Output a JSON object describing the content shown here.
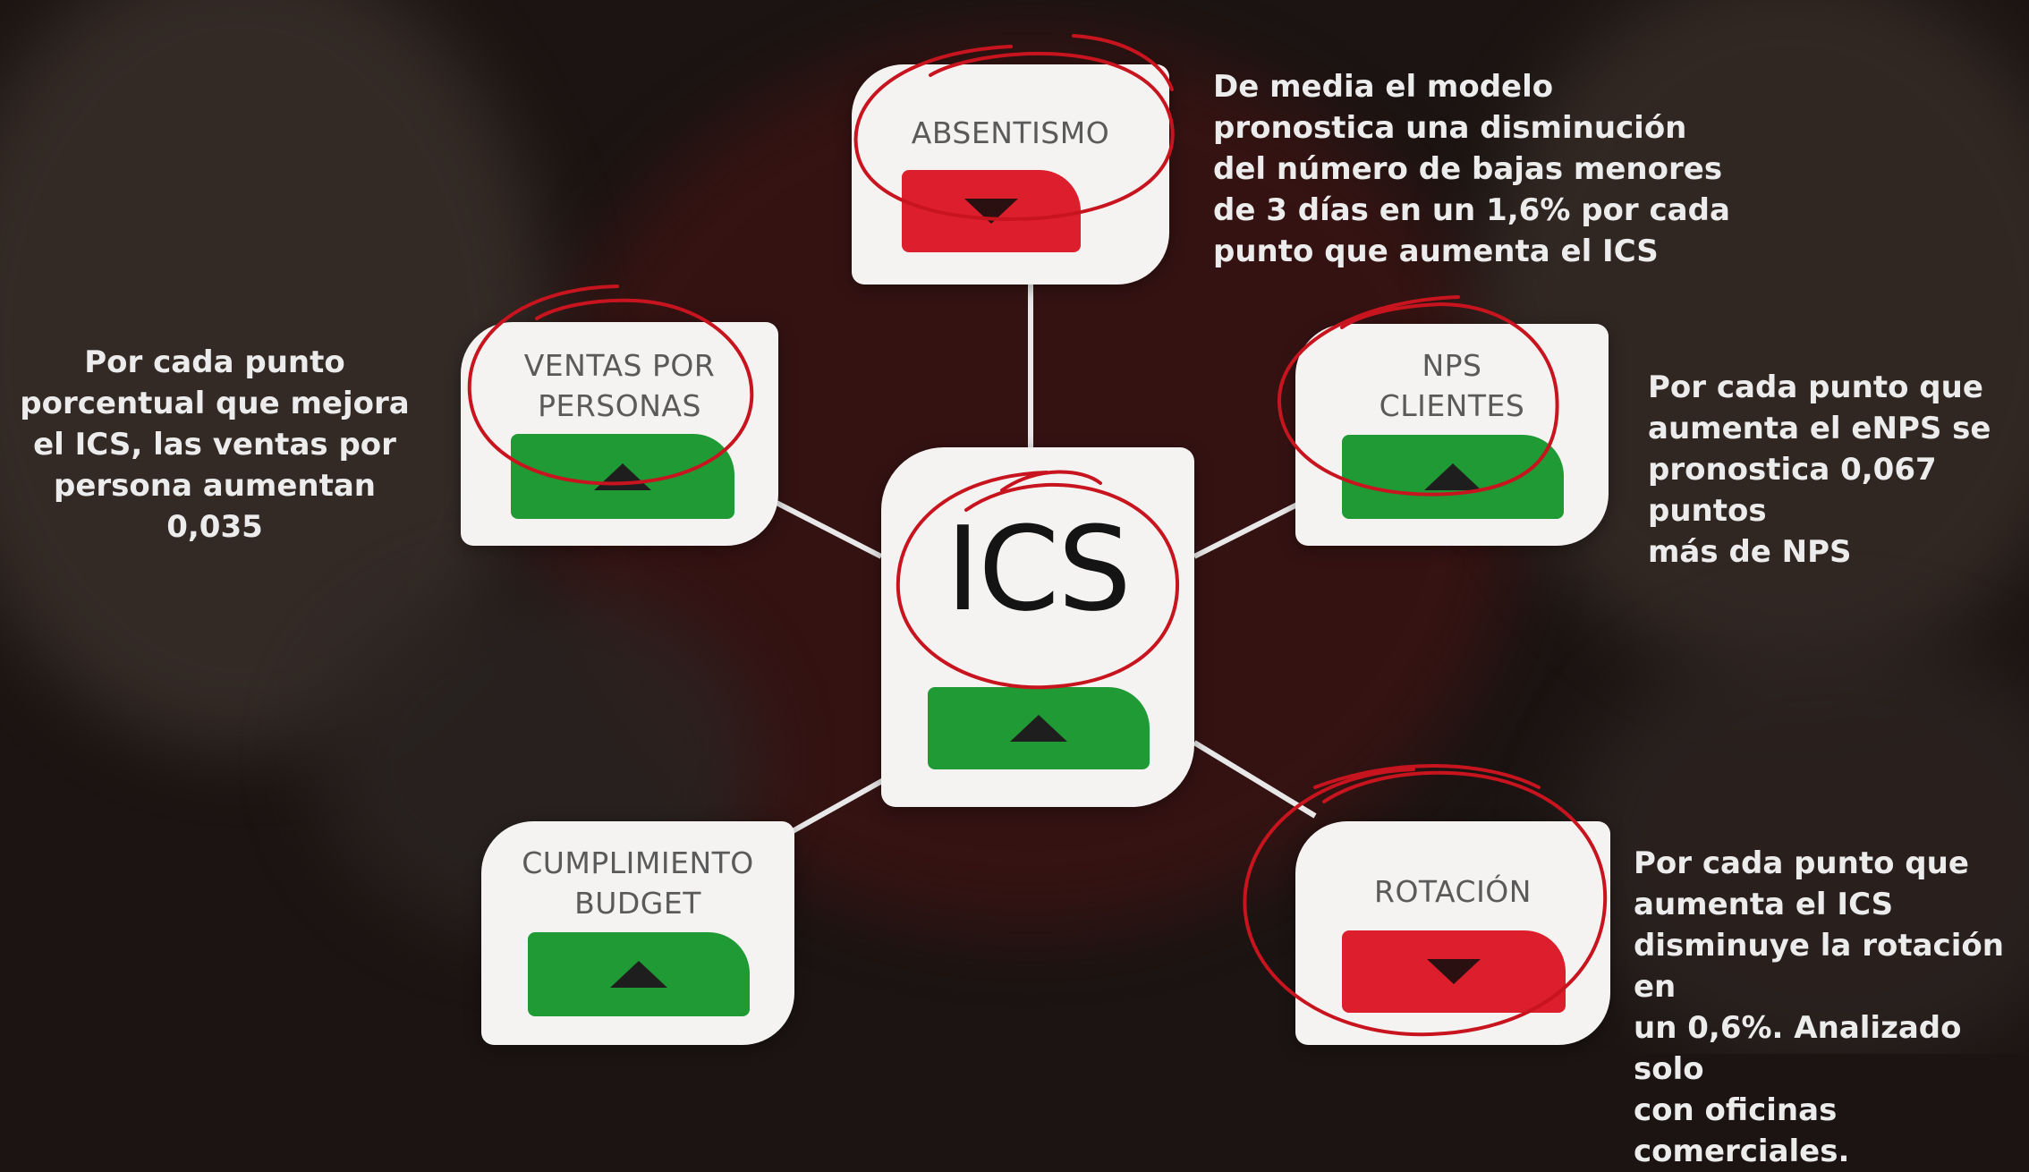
{
  "center": {
    "label": "ICS",
    "trend": "up"
  },
  "nodes": {
    "absentismo": {
      "label": "ABSENTISMO",
      "trend": "down"
    },
    "ventas": {
      "label": "VENTAS POR\nPERSONAS",
      "trend": "up"
    },
    "nps": {
      "label": "NPS\nCLIENTES",
      "trend": "up"
    },
    "budget": {
      "label": "CUMPLIMIENTO\nBUDGET",
      "trend": "up"
    },
    "rotacion": {
      "label": "ROTACIÓN",
      "trend": "down"
    }
  },
  "notes": {
    "absentismo": "De media el modelo\npronostica una disminución\ndel número de bajas menores\nde 3 días en un 1,6% por cada\npunto que aumenta el ICS",
    "ventas": "Por cada punto\nporcentual que mejora\nel ICS, las ventas por\npersona aumentan 0,035",
    "nps": "Por cada punto que\naumenta el eNPS se\npronostica 0,067 puntos\nmás de NPS",
    "rotacion": "Por cada punto que\naumenta el ICS\ndisminuye la rotación en\nun 0,6%. Analizado solo\ncon oficinas comerciales."
  },
  "colors": {
    "up": "#1f9a35",
    "down": "#dd1e2c",
    "annotation_circle": "#c8141e",
    "card": "#f4f3f1",
    "text_light": "#ececec"
  }
}
